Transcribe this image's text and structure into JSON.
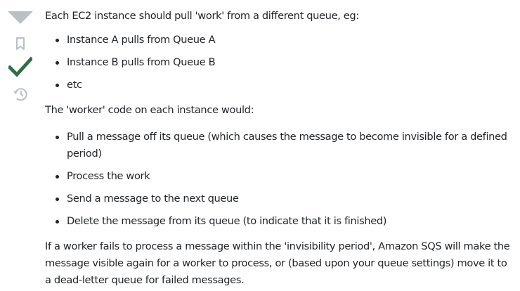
{
  "vote": {
    "downvote_icon": "arrow-down-icon",
    "bookmark_icon": "bookmark-icon",
    "accepted_icon": "checkmark-icon",
    "history_icon": "history-icon",
    "colors": {
      "vote_gray": "#bbc0c4",
      "accepted_green": "#2f6f44"
    }
  },
  "post": {
    "intro": "Each EC2 instance should pull 'work' from a different queue, eg:",
    "queue_items": [
      "Instance A pulls from Queue A",
      "Instance B pulls from Queue B",
      "etc"
    ],
    "worker_intro": "The 'worker' code on each instance would:",
    "worker_steps": [
      "Pull a message off its queue (which causes the message to become invisible for a defined period)",
      "Process the work",
      "Send a message to the next queue",
      "Delete the message from its queue (to indicate that it is finished)"
    ],
    "failure_text": "If a worker fails to process a message within the 'invisibility period', Amazon SQS will make the message visible again for a worker to process, or (based upon your queue settings) move it to a dead-letter queue for failed messages."
  }
}
